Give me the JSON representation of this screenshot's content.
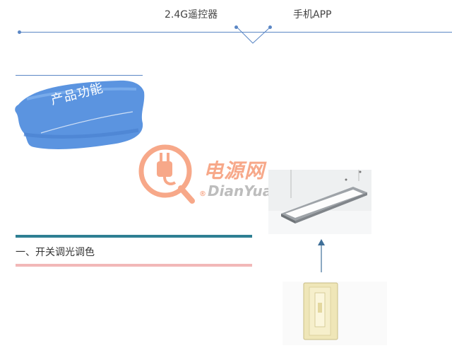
{
  "timeline": {
    "remote_label": "2.4G遥控器",
    "app_label": "手机APP",
    "line_color": "#5b87c5"
  },
  "feature_banner": {
    "title": "产品功能",
    "brush_color": "#5b94e0"
  },
  "watermark": {
    "cn_text": "电源网",
    "en_text": "DianYuan.com",
    "registered_mark": "®",
    "logo_icon": "plug-logo-icon",
    "accent_color": "#f7a889"
  },
  "section": {
    "title": "一、开关调光调色",
    "top_bar_color": "#2e7f93",
    "bottom_bar_color": "#f2b8b8"
  },
  "images": {
    "ceiling_light_icon": "ceiling-panel-light-icon",
    "arrow_icon": "arrow-up-icon",
    "switch_icon": "dimmer-switch-icon"
  }
}
